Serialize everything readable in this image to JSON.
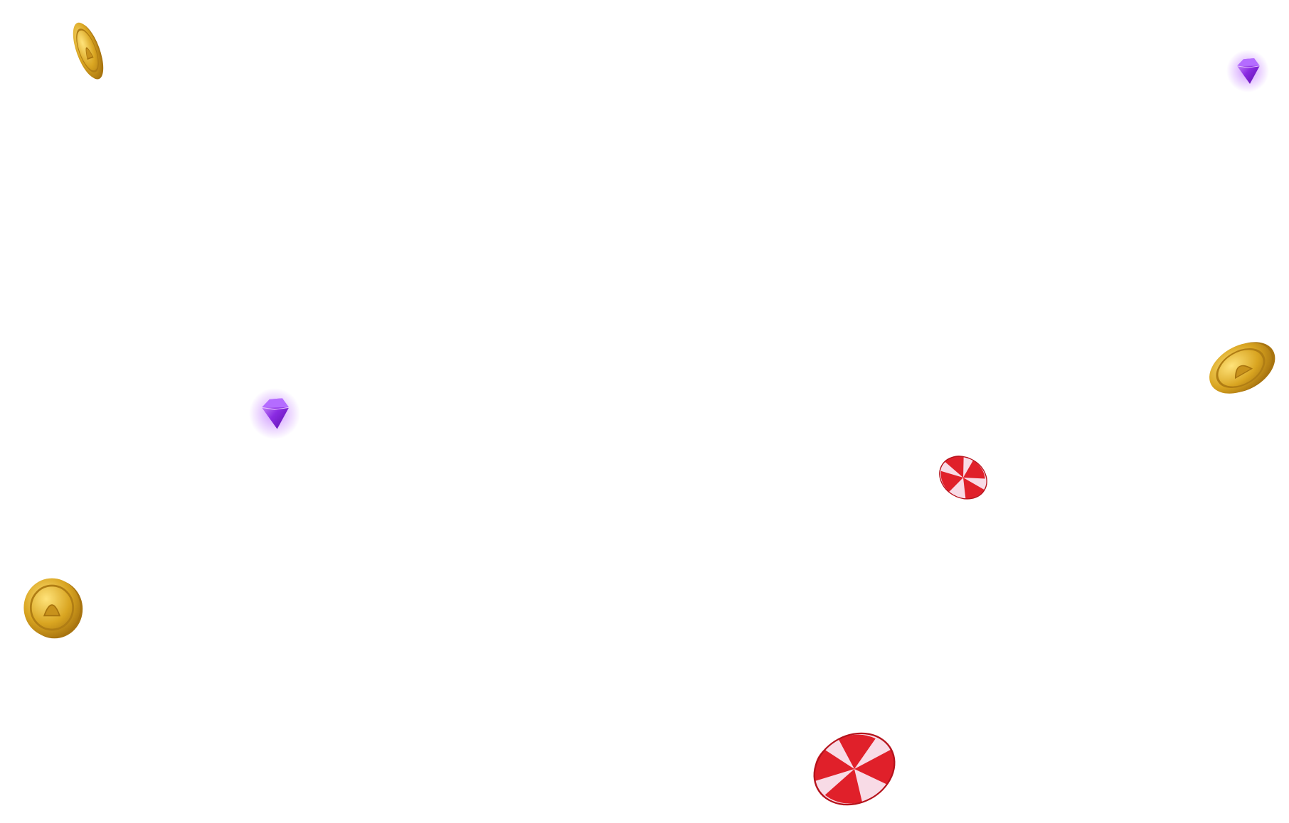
{
  "scene": {
    "items": [
      {
        "kind": "coin",
        "icon": "gold-coin-icon"
      },
      {
        "kind": "gem",
        "icon": "purple-gem-icon"
      },
      {
        "kind": "coin",
        "icon": "gold-coin-icon"
      },
      {
        "kind": "gem",
        "icon": "purple-gem-icon"
      },
      {
        "kind": "candy",
        "icon": "peppermint-candy-icon"
      },
      {
        "kind": "coin",
        "icon": "gold-coin-icon"
      },
      {
        "kind": "candy",
        "icon": "peppermint-candy-icon"
      }
    ],
    "colors": {
      "background": "#ffffff",
      "gold": "#d9a521",
      "gold_dark": "#a8740f",
      "gem": "#8a2be2",
      "candy_red": "#e0202a",
      "candy_white": "#f8dbe6"
    }
  }
}
